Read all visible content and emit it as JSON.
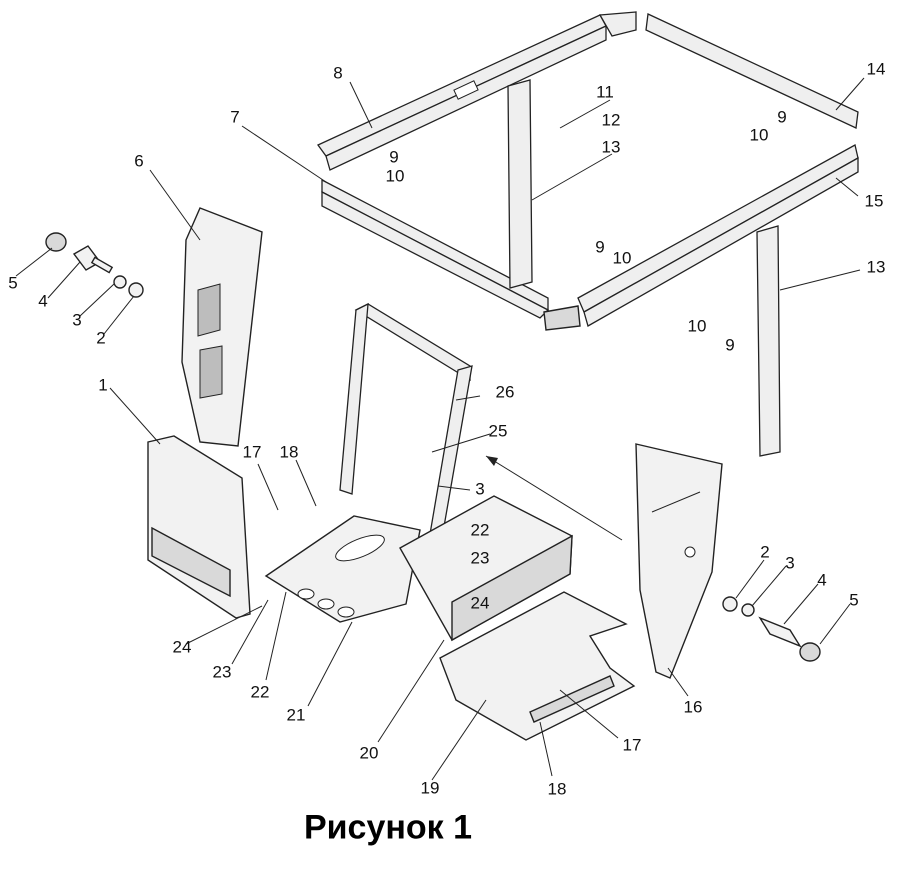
{
  "caption": "Рисунок 1",
  "callouts": {
    "c1": "1",
    "c2a": "2",
    "c2b": "2",
    "c3a": "3",
    "c3b": "3",
    "c3c": "3",
    "c4a": "4",
    "c4b": "4",
    "c5a": "5",
    "c5b": "5",
    "c6": "6",
    "c7": "7",
    "c8": "8",
    "c9a": "9",
    "c9b": "9",
    "c9c": "9",
    "c9d": "9",
    "c10a": "10",
    "c10b": "10",
    "c10c": "10",
    "c10d": "10",
    "c11": "11",
    "c12": "12",
    "c13a": "13",
    "c13b": "13",
    "c14": "14",
    "c15": "15",
    "c16": "16",
    "c17a": "17",
    "c17b": "17",
    "c18a": "18",
    "c18b": "18",
    "c19": "19",
    "c20": "20",
    "c21": "21",
    "c22a": "22",
    "c22b": "22",
    "c23a": "23",
    "c23b": "23",
    "c24a": "24",
    "c24b": "24",
    "c25": "25",
    "c26": "26"
  }
}
